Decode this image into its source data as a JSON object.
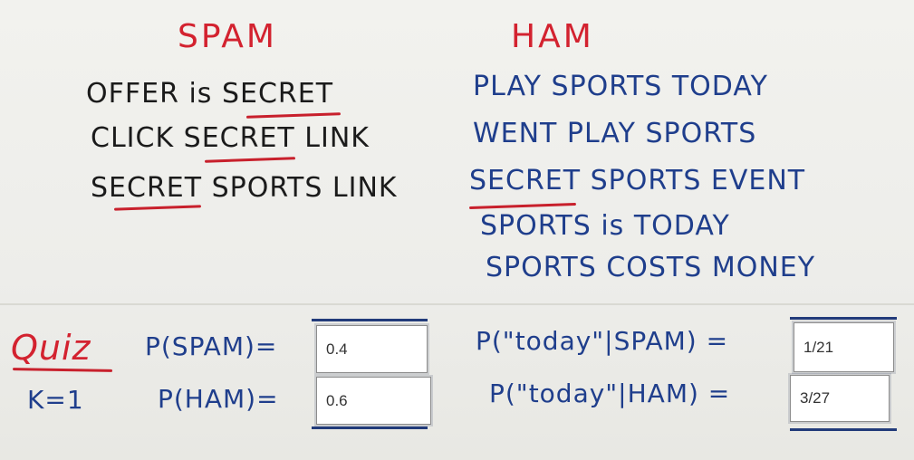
{
  "spam": {
    "heading": "SPAM",
    "lines": [
      "OFFER is SECRET",
      "CLICK SECRET LINK",
      "SECRET SPORTS LINK"
    ]
  },
  "ham": {
    "heading": "HAM",
    "lines": [
      "PLAY SPORTS TODAY",
      "WENT PLAY SPORTS",
      "SECRET SPORTS EVENT",
      "SPORTS is TODAY",
      "SPORTS COSTS MONEY"
    ]
  },
  "quiz": {
    "title": "Quiz",
    "k_label": "K=1",
    "p_spam_label": "P(SPAM)=",
    "p_ham_label": "P(HAM)=",
    "p_spam_value": "0.4",
    "p_ham_value": "0.6",
    "p_today_spam_label": "P(\"today\"|SPAM) =",
    "p_today_ham_label": "P(\"today\"|HAM) =",
    "p_today_spam_value": "1/21",
    "p_today_ham_value": "3/27"
  }
}
